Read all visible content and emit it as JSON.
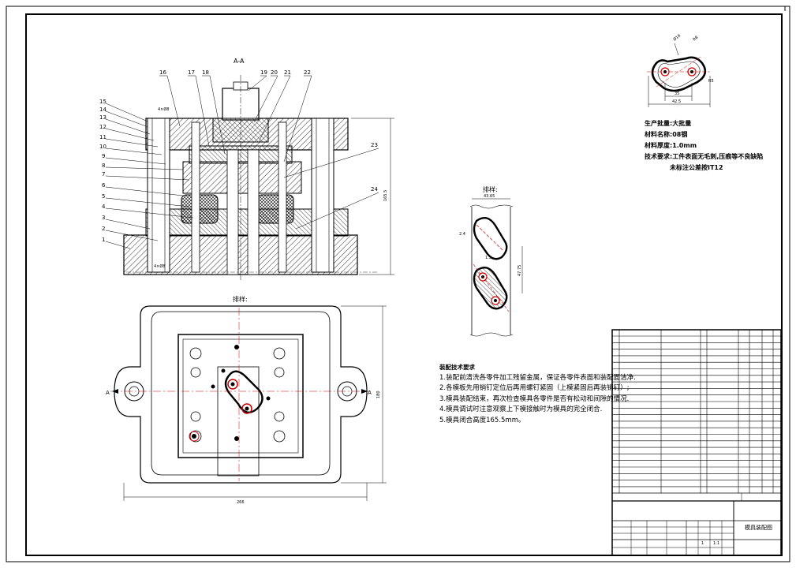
{
  "section_label": "A-A",
  "layout_label_top": "排样:",
  "layout_label_plan": "排样:",
  "plan_view_cut_label": "A",
  "dimension_plan_width": "266",
  "dimension_plan_height": "180",
  "part_numbers_left": [
    "15",
    "14",
    "13",
    "12",
    "11",
    "10",
    "9",
    "8",
    "7",
    "6",
    "5",
    "4",
    "3",
    "2",
    "1"
  ],
  "part_numbers_top": [
    "16",
    "17",
    "18",
    "19",
    "20",
    "21",
    "22"
  ],
  "part_numbers_right": [
    "23",
    "24"
  ],
  "part_dims": {
    "d1": "Ø16",
    "d2": "R8",
    "d3": "R5",
    "d4": "35",
    "d5": "42.5"
  },
  "layout_dims": {
    "w": "43.65",
    "a": "2.4",
    "b": "1.5",
    "c": "47.75"
  },
  "spec": {
    "line1": "生产批量:大批量",
    "line2": "材料名称:08钢",
    "line3": "材料厚度:1.0mm",
    "line4": "技术要求:工件表面无毛刺,压痕等不良缺陷",
    "line5": "未标注公差按IT12"
  },
  "assembly_requirements": {
    "title": "装配技术要求",
    "items": [
      "1.装配前清洗各零件加工残留金属，保证各零件表面和装配面洁净.",
      "2.各模板先用销钉定位后再用螺钉紧固（上模紧固后再装销钉）;",
      "3.模具装配结束，再次检查模具各零件是否有松动和间隙的情况.",
      "4.模具调试时注意观察上下模接触时为模具的完全闭合.",
      "5.模具闭合高度165.5mm。"
    ]
  },
  "title_block": {
    "drawing_name": "模具装配图",
    "scale": "1:1",
    "sheet": "1"
  }
}
